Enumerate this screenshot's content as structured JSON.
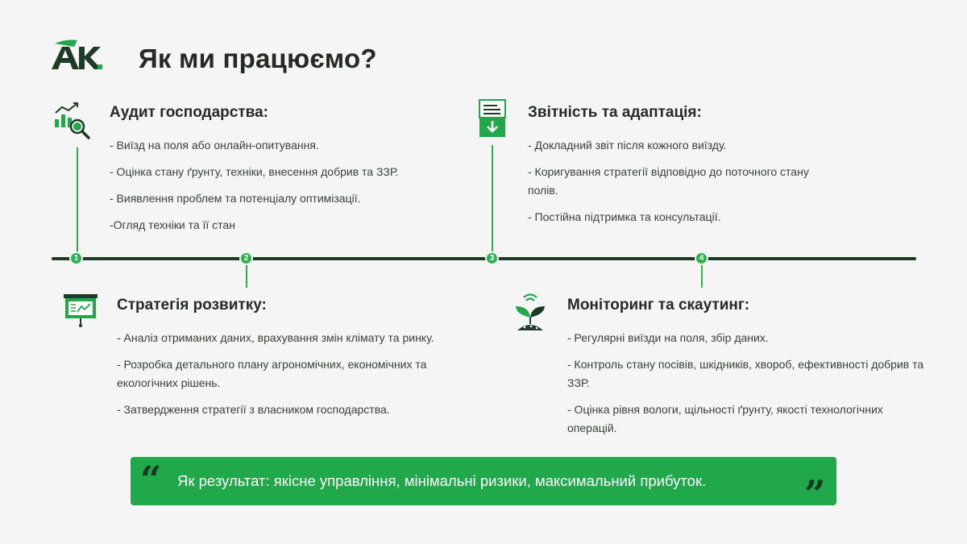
{
  "header": {
    "logo_text": "AK.",
    "title": "Як ми працюємо?"
  },
  "steps": [
    {
      "number": "1",
      "icon": "chart-magnifier-icon",
      "title": "Аудит господарства:",
      "items": [
        "- Виїзд на поля або онлайн-опитування.",
        "- Оцінка стану ґрунту, техніки, внесення добрив та ЗЗР.",
        "- Виявлення проблем та потенціалу оптимізації.",
        "-Огляд техніки та її стан"
      ]
    },
    {
      "number": "2",
      "icon": "presentation-board-icon",
      "title": "Стратегія розвитку:",
      "items": [
        "- Аналіз отриманих даних, врахування змін клімату та ринку.",
        "- Розробка детального плану агрономічних, економічних та екологічних рішень.",
        "- Затвердження стратегії з власником господарства."
      ]
    },
    {
      "number": "3",
      "icon": "report-download-icon",
      "title": "Звітність та адаптація:",
      "items": [
        "- Докладний звіт після кожного виїзду.",
        "- Коригування стратегії відповідно до поточного стану полів.",
        "- Постійна підтримка та консультації."
      ]
    },
    {
      "number": "4",
      "icon": "sprout-signal-icon",
      "title": "Моніторинг та скаутинг:",
      "items": [
        "- Регулярні виїзди на поля, збір даних.",
        "- Контроль стану посівів, шкідників, хвороб, ефективності добрив та ЗЗР.",
        "- Оцінка рівня вологи, щільності ґрунту, якості технологічних операцій."
      ]
    }
  ],
  "result": {
    "open_quote": "“",
    "text": "Як результат: якісне управління, мінімальні ризики, максимальний прибуток.",
    "close_quote": "”"
  },
  "colors": {
    "accent": "#21a84b",
    "dark": "#1f3a26",
    "background": "#f4f5f4"
  }
}
